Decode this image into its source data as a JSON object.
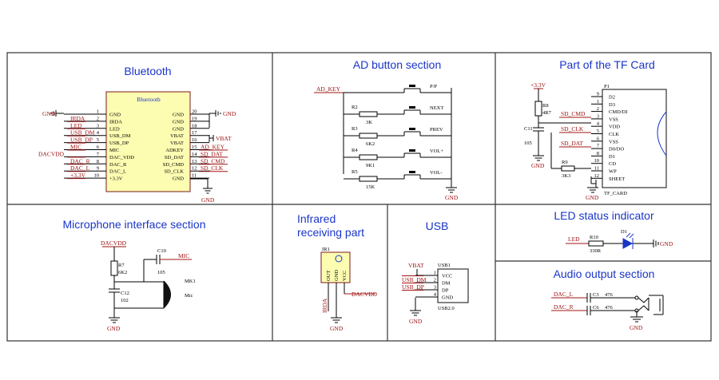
{
  "sections": {
    "bluetooth": {
      "title": "Bluetooth",
      "chip_label": "Bluetooth",
      "left_pins": [
        {
          "num": "1",
          "name": "GND",
          "net": "GND"
        },
        {
          "num": "2",
          "name": "IRDA",
          "net": "IRDA"
        },
        {
          "num": "3",
          "name": "LED",
          "net": "LED"
        },
        {
          "num": "4",
          "name": "USB_DM",
          "net": "USB_DM"
        },
        {
          "num": "5",
          "name": "USB_DP",
          "net": "USB_DP"
        },
        {
          "num": "6",
          "name": "MIC",
          "net": "MIC"
        },
        {
          "num": "7",
          "name": "DAC_VDD",
          "net": "DACVDD"
        },
        {
          "num": "8",
          "name": "DAC_R",
          "net": "DAC_R"
        },
        {
          "num": "9",
          "name": "DAC_L",
          "net": "DAC_L"
        },
        {
          "num": "10",
          "name": "+3.3V",
          "net": "+3.3V"
        }
      ],
      "right_pins": [
        {
          "num": "20",
          "name": "GND",
          "net": "GND"
        },
        {
          "num": "19",
          "name": "GND",
          "net": ""
        },
        {
          "num": "18",
          "name": "GND",
          "net": ""
        },
        {
          "num": "17",
          "name": "VBAT",
          "net": "VBAT"
        },
        {
          "num": "16",
          "name": "VBAT",
          "net": ""
        },
        {
          "num": "15",
          "name": "ADKEY",
          "net": "AD_KEY"
        },
        {
          "num": "14",
          "name": "SD_DAT",
          "net": "SD_DAT"
        },
        {
          "num": "13",
          "name": "SD_CMD",
          "net": "SD_CMD"
        },
        {
          "num": "12",
          "name": "SD_CLK",
          "net": "SD_CLK"
        },
        {
          "num": "11",
          "name": "GND",
          "net": ""
        }
      ],
      "bottom_gnd": "GND"
    },
    "ad_button": {
      "title": "AD button section",
      "input_net": "AD_KEY",
      "resistors": [
        {
          "ref": "R2",
          "value": "3K"
        },
        {
          "ref": "R3",
          "value": "6K2"
        },
        {
          "ref": "R4",
          "value": "9K1"
        },
        {
          "ref": "R5",
          "value": "15K"
        }
      ],
      "buttons": [
        "P/P",
        "NEXT",
        "PREV",
        "VOL+",
        "VOL-"
      ],
      "gnd": "GND"
    },
    "tf_card": {
      "title": "Part of the TF Card",
      "supply": "+3.3V",
      "connector_ref": "P1",
      "connector_name": "TF_CARD",
      "pins": [
        {
          "num": "9",
          "name": "D2"
        },
        {
          "num": "1",
          "name": "D3"
        },
        {
          "num": "2",
          "name": "CMD/DI"
        },
        {
          "num": "3",
          "name": "VSS"
        },
        {
          "num": "4",
          "name": "VDD"
        },
        {
          "num": "5",
          "name": "CLK"
        },
        {
          "num": "6",
          "name": "VSS"
        },
        {
          "num": "7",
          "name": "D0/DO"
        },
        {
          "num": "8",
          "name": "D1"
        },
        {
          "num": "10",
          "name": "CD"
        },
        {
          "num": "11",
          "name": "WP"
        },
        {
          "num": "12",
          "name": "SHEET"
        }
      ],
      "nets": [
        "SD_CMD",
        "SD_CLK",
        "SD_DAT"
      ],
      "r8": {
        "ref": "R8",
        "value": "4R7"
      },
      "c11": {
        "ref": "C11",
        "value": "105"
      },
      "r9": {
        "ref": "R9",
        "value": "3K3"
      },
      "gnd": "GND"
    },
    "microphone": {
      "title": "Microphone interface section",
      "supply": "DACVDD",
      "r7": {
        "ref": "R7",
        "value": "6K2"
      },
      "c10": {
        "ref": "C10",
        "value": "105"
      },
      "c12": {
        "ref": "C12",
        "value": "102"
      },
      "mic_ref": "MK1",
      "mic_name": "Mic",
      "net": "MIC",
      "gnd": "GND"
    },
    "infrared": {
      "title_line1": "Infrared",
      "title_line2": "receiving part",
      "ref": "IR1",
      "pins": [
        "OUT",
        "GND",
        "VCC"
      ],
      "out_net": "IRDA",
      "vcc_net": "DACVDD",
      "gnd": "GND"
    },
    "usb": {
      "title": "USB",
      "ref": "USB1",
      "name": "USB2.0",
      "pins": [
        {
          "num": "1",
          "name": "VCC",
          "net": "VBAT"
        },
        {
          "num": "2",
          "name": "DM",
          "net": "USB_DM"
        },
        {
          "num": "3",
          "name": "DP",
          "net": "USB_DP"
        },
        {
          "num": "4",
          "name": "GND",
          "net": ""
        }
      ],
      "gnd": "GND"
    },
    "led": {
      "title": "LED status indicator",
      "net": "LED",
      "r10": {
        "ref": "R10",
        "value": "330R"
      },
      "d1": "D1",
      "gnd": "GND"
    },
    "audio": {
      "title": "Audio output section",
      "left": {
        "net": "DAC_L",
        "ref": "C3",
        "value": "476"
      },
      "right": {
        "net": "DAC_R",
        "ref": "C6",
        "value": "476"
      },
      "gnd": "GND"
    }
  }
}
